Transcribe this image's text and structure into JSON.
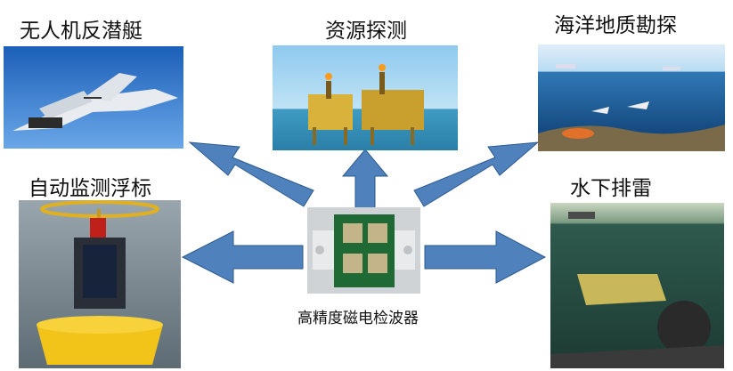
{
  "center": {
    "label": "高精度磁电检波器"
  },
  "applications": {
    "uav": {
      "label": "无人机反潜艇"
    },
    "resource": {
      "label": "资源探测"
    },
    "geology": {
      "label": "海洋地质勘探"
    },
    "buoy": {
      "label": "自动监测浮标"
    },
    "mine": {
      "label": "水下排雷"
    }
  },
  "colors": {
    "arrow_fill": "#4f81bd",
    "arrow_stroke": "#2d5a8e"
  }
}
